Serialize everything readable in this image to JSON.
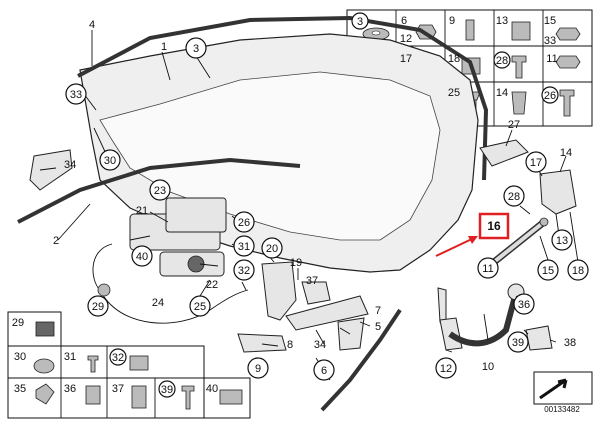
{
  "callouts": {
    "c1": "1",
    "c2": "2",
    "c3": "3",
    "c4": "4",
    "c5": "5",
    "c6": "6",
    "c7": "7",
    "c8": "8",
    "c9": "9",
    "c10": "10",
    "c11": "11",
    "c12": "12",
    "c13": "13",
    "c14": "14",
    "c15": "15",
    "c16": "16",
    "c17": "17",
    "c18": "18",
    "c19": "19",
    "c20": "20",
    "c21": "21",
    "c22": "22",
    "c23": "23",
    "c24": "24",
    "c25": "25",
    "c26": "26",
    "c27": "27",
    "c28": "28",
    "c29": "29",
    "c30": "30",
    "c31": "31",
    "c32": "32",
    "c33": "33",
    "c34": "34",
    "c35": "35",
    "c36": "36",
    "c37": "37",
    "c38": "38",
    "c39": "39",
    "c40": "40"
  },
  "highlight": {
    "label": "16",
    "color": "#e02020"
  },
  "catalog_number": "00133482"
}
